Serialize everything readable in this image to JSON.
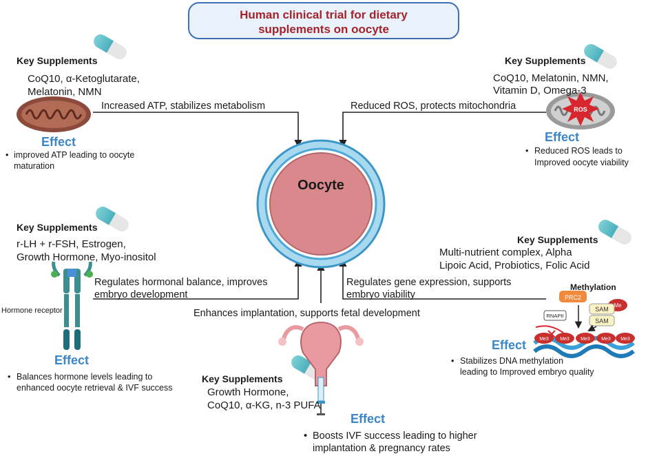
{
  "title": {
    "line1": "Human clinical trial for dietary",
    "line2": "supplements on oocyte"
  },
  "center": {
    "label": "Oocyte"
  },
  "panels": {
    "top_left": {
      "key_title": "Key Supplements",
      "supplements": [
        "CoQ10, α-Ketoglutarate,",
        "Melatonin, NMN"
      ],
      "arrow_label": "Increased ATP, stabilizes metabolism",
      "effect_title": "Effect",
      "effect_lines": [
        "improved ATP leading to oocyte",
        "maturation"
      ]
    },
    "top_right": {
      "key_title": "Key Supplements",
      "supplements": [
        "CoQ10, Melatonin, NMN,",
        "Vitamin D, Omega-3"
      ],
      "arrow_label": "Reduced ROS, protects mitochondria",
      "icon_text": "ROS",
      "effect_title": "Effect",
      "effect_lines": [
        "Reduced ROS leads to",
        "Improved oocyte viability"
      ]
    },
    "mid_left": {
      "key_title": "Key Supplements",
      "supplements": [
        "r-LH + r-FSH, Estrogen,",
        "Growth Hormone, Myo-inositol"
      ],
      "arrow_label": [
        "Regulates hormonal balance, improves",
        "embryo development"
      ],
      "receptor_label": "Hormone receptor",
      "effect_title": "Effect",
      "effect_lines": [
        "Balances hormone levels leading to",
        "enhanced oocyte retrieval & IVF success"
      ]
    },
    "mid_right": {
      "key_title": "Key Supplements",
      "supplements": [
        "Multi-nutrient complex, Alpha",
        "Lipoic Acid, Probiotics, Folic Acid"
      ],
      "arrow_label": [
        "Regulates gene expression, supports",
        "embryo viability"
      ],
      "methylation_title": "Methylation",
      "prc2": "PRC2",
      "me": "Me",
      "sam": "SAM",
      "rnapii": "RNAPII",
      "me3": "Me3",
      "effect_title": "Effect",
      "effect_lines": [
        "Stabilizes DNA methylation",
        "leading to Improved embryo quality"
      ]
    },
    "bottom": {
      "arrow_label": "Enhances implantation, supports fetal development",
      "key_title": "Key Supplements",
      "supplements": [
        "Growth Hormone,",
        "CoQ10, α-KG, n-3 PUFA"
      ],
      "effect_title": "Effect",
      "effect_lines": [
        "Boosts IVF success leading to higher",
        "implantation & pregnancy rates"
      ]
    }
  },
  "colors": {
    "title_red": "#a4222a",
    "effect_blue": "#3a86c8",
    "oocyte_fill": "#d9888c",
    "oocyte_ring": "#5ab0d9",
    "title_box_border": "#3a6fb5"
  }
}
